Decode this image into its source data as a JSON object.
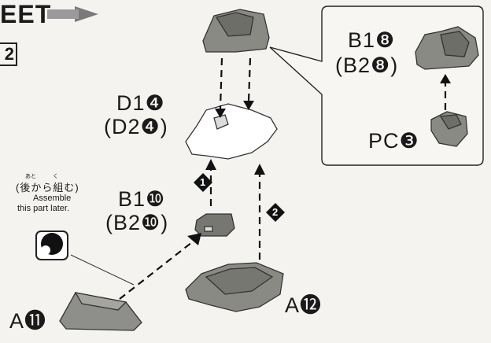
{
  "header": {
    "title_fragment": "EET",
    "page_marker": "2"
  },
  "labels": {
    "d1": "D1❹",
    "d2": "(D2❹)",
    "b1_top": "B1❽",
    "b2_top": "(B2❽)",
    "pc": "PC❸",
    "b1_mid": "B1❿",
    "b2_mid": "(B2❿)",
    "a11": "A⓫",
    "a12": "A⓬"
  },
  "steps": {
    "step1": "1",
    "step2": "2"
  },
  "note": {
    "furigana": "あと　　　く",
    "japanese": "(後から組む)",
    "english_line1": "Assemble",
    "english_line2": "this part later."
  }
}
